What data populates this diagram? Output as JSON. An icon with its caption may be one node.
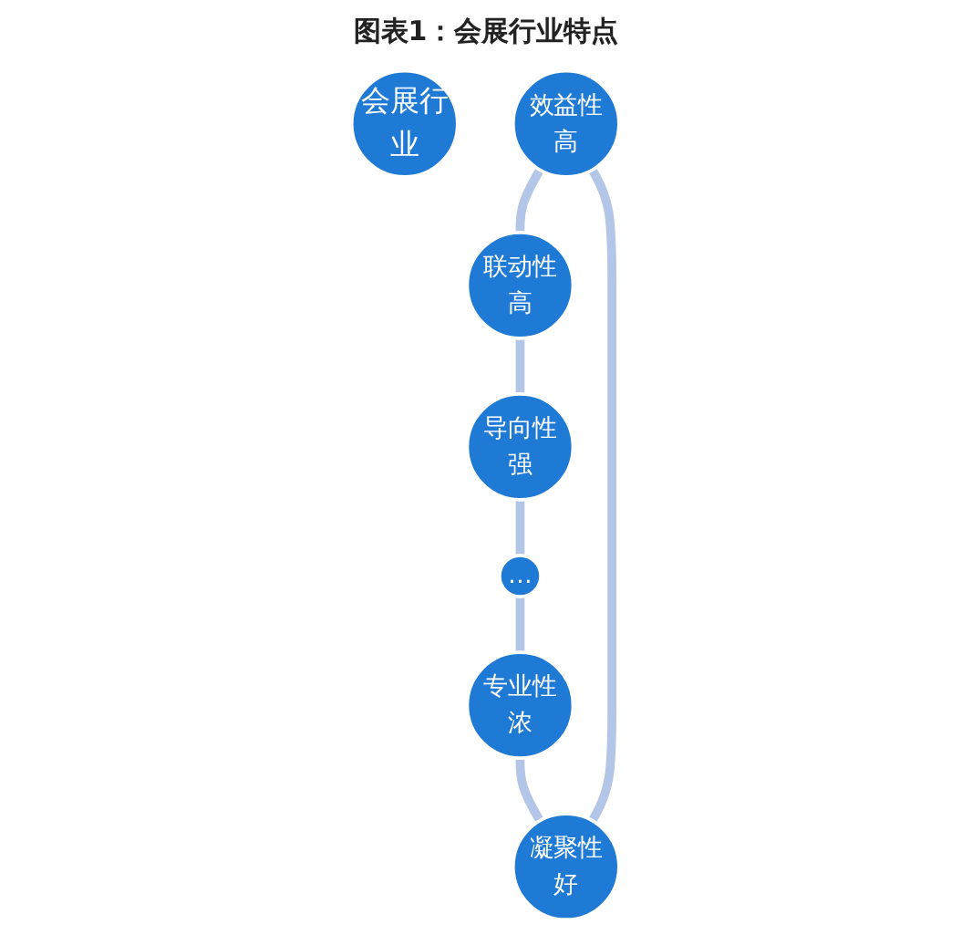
{
  "diagram": {
    "title": "图表1：会展行业特点",
    "nodes": [
      {
        "text": [
          "会展行业"
        ]
      },
      {
        "text": [
          "效益性高"
        ]
      },
      {
        "text": [
          "联动性高"
        ]
      },
      {
        "text": [
          "导向性强"
        ]
      },
      {
        "text": [
          "…"
        ]
      },
      {
        "text": [
          "专业性浓"
        ]
      },
      {
        "text": [
          "凝聚性好"
        ]
      }
    ],
    "edges": [
      {
        "from": 1,
        "to": 2,
        "arrow": "none"
      },
      {
        "from": 2,
        "to": 3,
        "arrow": "none"
      },
      {
        "from": 3,
        "to": 4,
        "arrow": "none"
      },
      {
        "from": 4,
        "to": 5,
        "arrow": "none"
      },
      {
        "from": 5,
        "to": 6,
        "arrow": "none"
      },
      {
        "from": 6,
        "to": 1,
        "arrow": "none"
      }
    ]
  }
}
